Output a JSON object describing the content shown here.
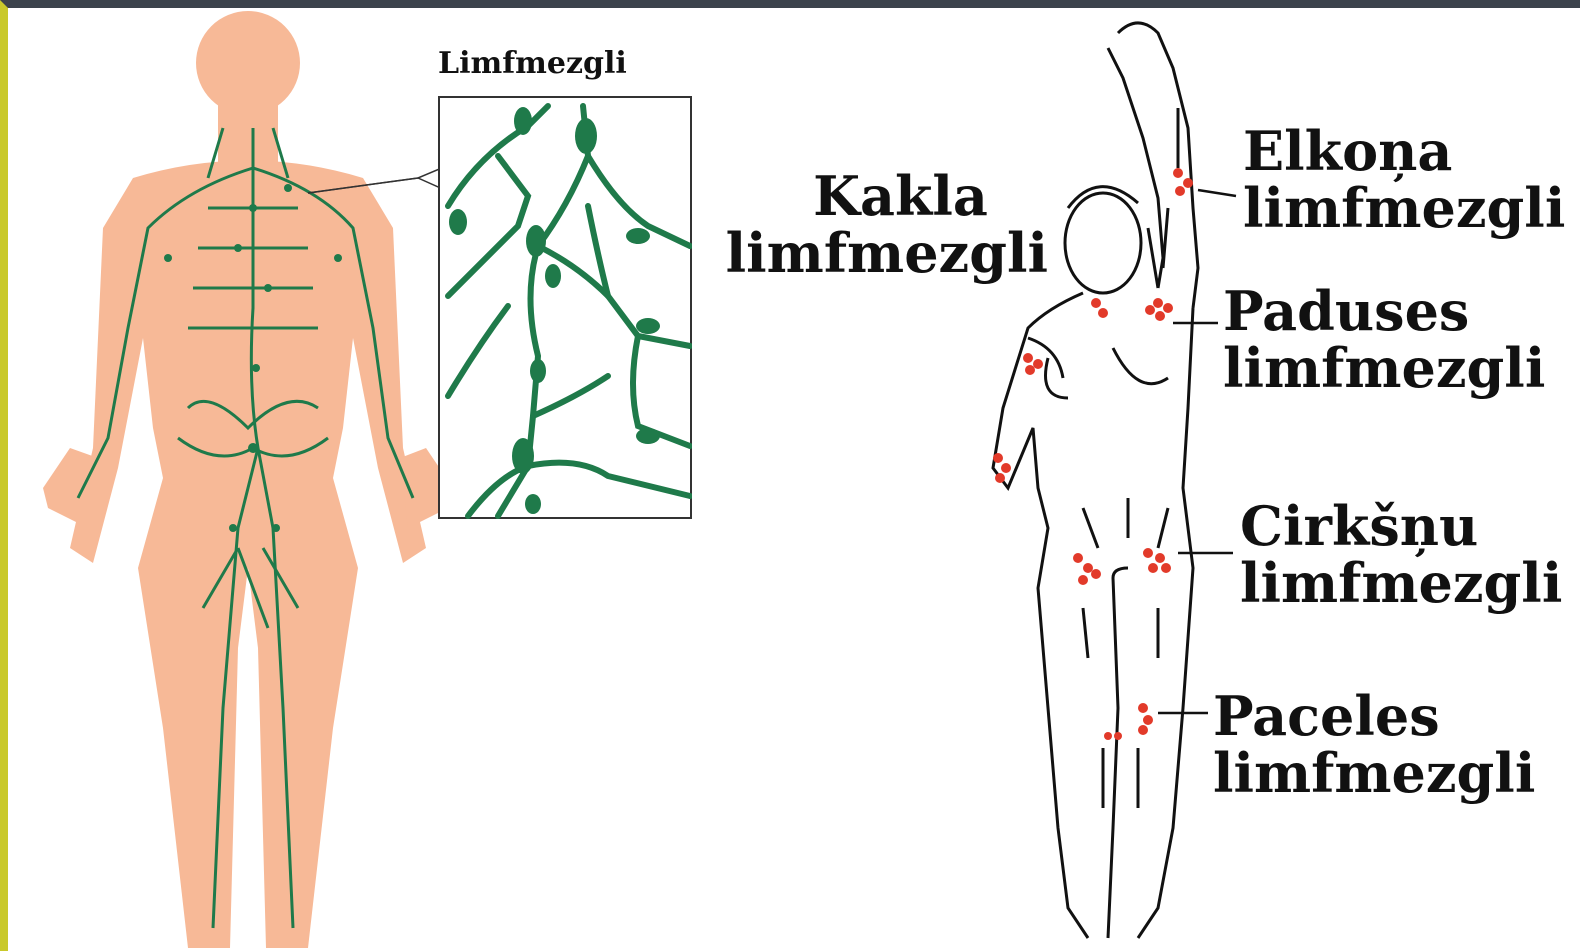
{
  "inset": {
    "title": "Limfmezgli"
  },
  "labels": {
    "neck": {
      "line1": "Kakla",
      "line2": "limfmezgli"
    },
    "elbow": {
      "line1": "Elkoņa",
      "line2": "limfmezgli"
    },
    "armpit": {
      "line1": "Paduses",
      "line2": "limfmezgli"
    },
    "groin": {
      "line1": "Cirkšņu",
      "line2": "limfmezgli"
    },
    "knee": {
      "line1": "Paceles",
      "line2": "limfmezgli"
    }
  },
  "colors": {
    "skin": "#f7b997",
    "lymph": "#1f7a4a",
    "node": "#e23a2a",
    "ink": "#111111"
  }
}
